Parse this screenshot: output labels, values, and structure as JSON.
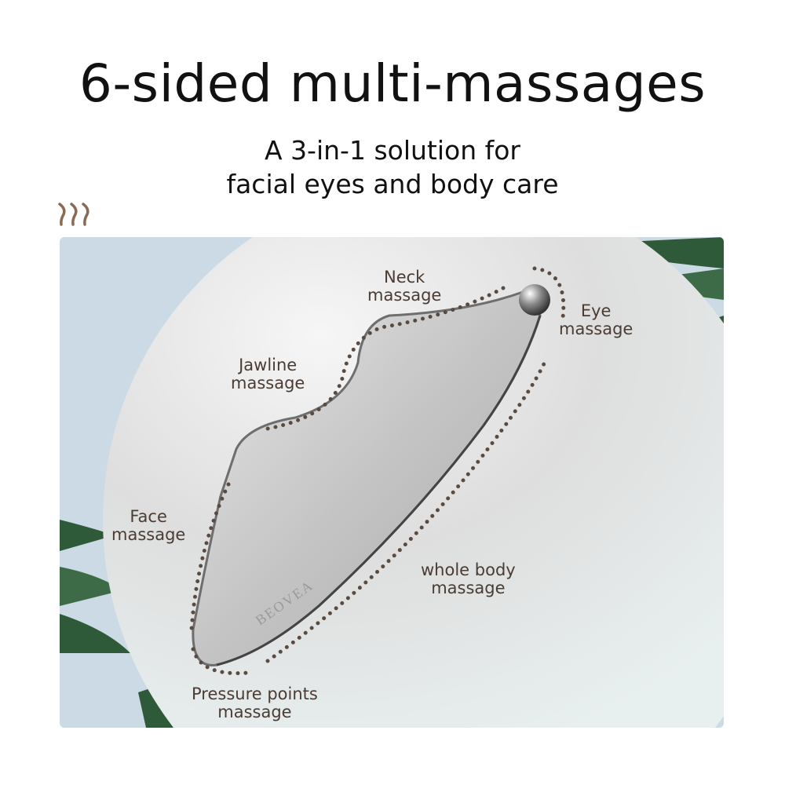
{
  "header": {
    "title": "6-sided multi-massages",
    "subtitle_line1": "A 3-in-1 solution for",
    "subtitle_line2": "facial eyes and body care"
  },
  "product": {
    "brand": "BEOVEA",
    "labels": {
      "neck": [
        "Neck",
        "massage"
      ],
      "eye": [
        "Eye",
        "massage"
      ],
      "jawline": [
        "Jawline",
        "massage"
      ],
      "face": [
        "Face",
        "massage"
      ],
      "whole_body": [
        "whole body",
        "massage"
      ],
      "pressure_points": [
        "Pressure points",
        "massage"
      ]
    }
  },
  "colors": {
    "accent_brown": "#8a6a52",
    "label_text": "#4a3c33",
    "panel_bg": "#cbdae4",
    "leaf_green": "#2f5a3a"
  }
}
